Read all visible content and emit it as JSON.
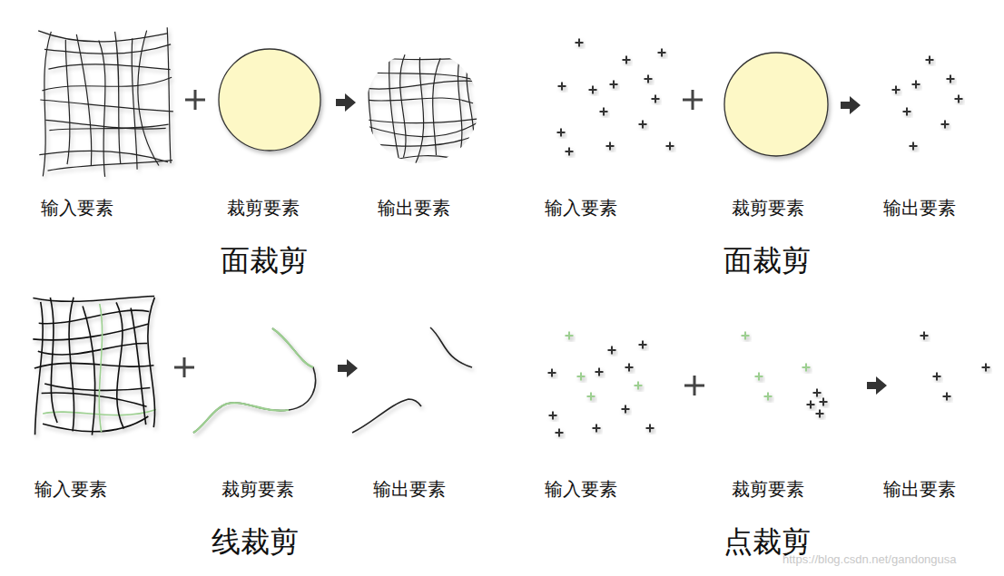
{
  "diagram": {
    "labels": [
      "输入要素",
      "裁剪要素",
      "输出要素",
      "输入要素",
      "裁剪要素",
      "输出要素",
      "面裁剪",
      "面裁剪",
      "输入要素",
      "裁剪要素",
      "输出要素",
      "输入要素",
      "裁剪要素",
      "输出要素",
      "线裁剪",
      "点裁剪",
      "https://blog.csdn.net/gandongusa"
    ]
  }
}
